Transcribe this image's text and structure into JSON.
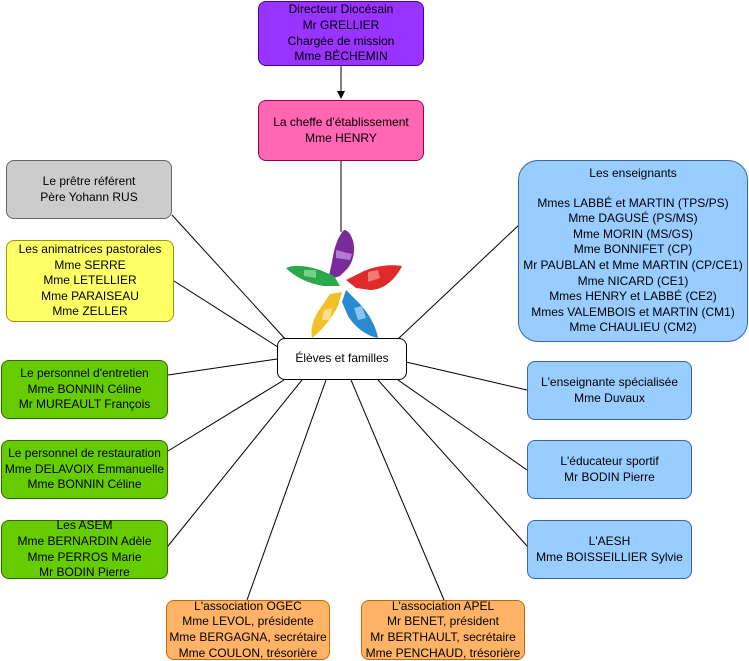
{
  "colors": {
    "direction": "#9933ff",
    "head": "#ff66b3",
    "clergy": "#cccccc",
    "pastoral": "#ffff66",
    "staff": "#66cc00",
    "teaching": "#99ccff",
    "associations": "#ffb366"
  },
  "logo": "five-hands-star-logo",
  "nodes": {
    "direction": [
      "Directeur Diocésain",
      "Mr GRELLIER",
      "Chargée de mission",
      "Mme BÉCHEMIN"
    ],
    "head": [
      "La cheffe d'établissement",
      "Mme HENRY"
    ],
    "center": [
      "Élèves et familles"
    ],
    "priest": [
      "Le prêtre référent",
      "Père Yohann RUS"
    ],
    "pastoral": [
      "Les animatrices pastorales",
      "Mme SERRE",
      "Mme LETELLIER",
      "Mme PARAISEAU",
      "Mme ZELLER"
    ],
    "maintenance": [
      "Le personnel d'entretien",
      "Mme BONNIN Céline",
      "Mr MUREAULT François"
    ],
    "catering": [
      "Le personnel de restauration",
      "Mme DELAVOIX Emmanuelle",
      "Mme BONNIN Céline"
    ],
    "asem": [
      "Les ASEM",
      "Mme BERNARDIN Adèle",
      "Mme PERROS Marie",
      "Mr BODIN Pierre"
    ],
    "ogec": [
      "L'association OGEC",
      "Mme LEVOL, présidente",
      "Mme BERGAGNA, secrétaire",
      "Mme COULON, trésorière"
    ],
    "apel": [
      "L'association APEL",
      "Mr BENET, président",
      "Mr BERTHAULT, secrétaire",
      "Mme PENCHAUD, trésorière"
    ],
    "teachers_title": "Les enseignants",
    "teachers": [
      "Mmes LABBÉ et MARTIN (TPS/PS)",
      "Mme DAGUSÉ (PS/MS)",
      "Mme MORIN (MS/GS)",
      "Mme BONNIFET (CP)",
      "Mr PAUBLAN et Mme MARTIN (CP/CE1)",
      "Mme NICARD (CE1)",
      "Mmes HENRY et LABBÉ (CE2)",
      "Mmes VALEMBOIS et MARTIN (CM1)",
      "Mme CHAULIEU (CM2)"
    ],
    "specialist": [
      "L'enseignante spécialisée",
      "Mme Duvaux"
    ],
    "sports": [
      "L'éducateur sportif",
      "Mr BODIN Pierre"
    ],
    "aesh": [
      "L'AESH",
      "Mme BOISSEILLIER Sylvie"
    ]
  }
}
